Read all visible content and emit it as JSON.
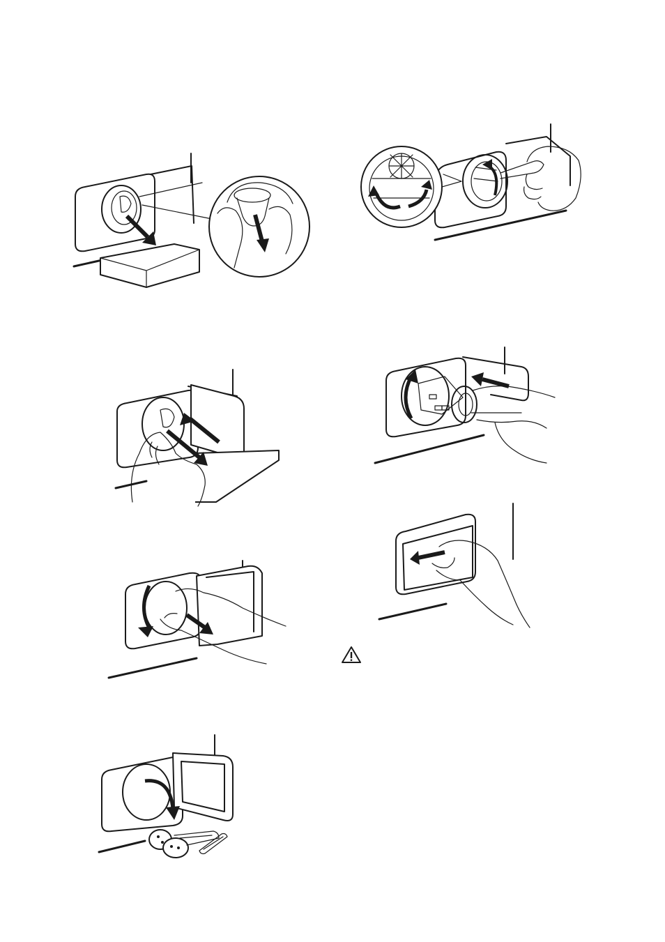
{
  "figures": [
    {
      "name": "remove-filter-step",
      "icon": "pump-filter-drain-icon"
    },
    {
      "name": "clean-pump-impeller-step",
      "icon": "impeller-rotate-icon"
    },
    {
      "name": "drain-water-step",
      "icon": "water-drain-icon"
    },
    {
      "name": "refit-filter-step",
      "icon": "filter-insert-icon"
    },
    {
      "name": "unscrew-filter-step",
      "icon": "filter-unscrew-icon"
    },
    {
      "name": "close-flap-step",
      "icon": "flap-close-icon"
    },
    {
      "name": "remove-foreign-objects-step",
      "icon": "foreign-objects-icon"
    }
  ],
  "warning": {
    "icon": "warning-triangle-icon",
    "color": "#1a1a1a"
  }
}
